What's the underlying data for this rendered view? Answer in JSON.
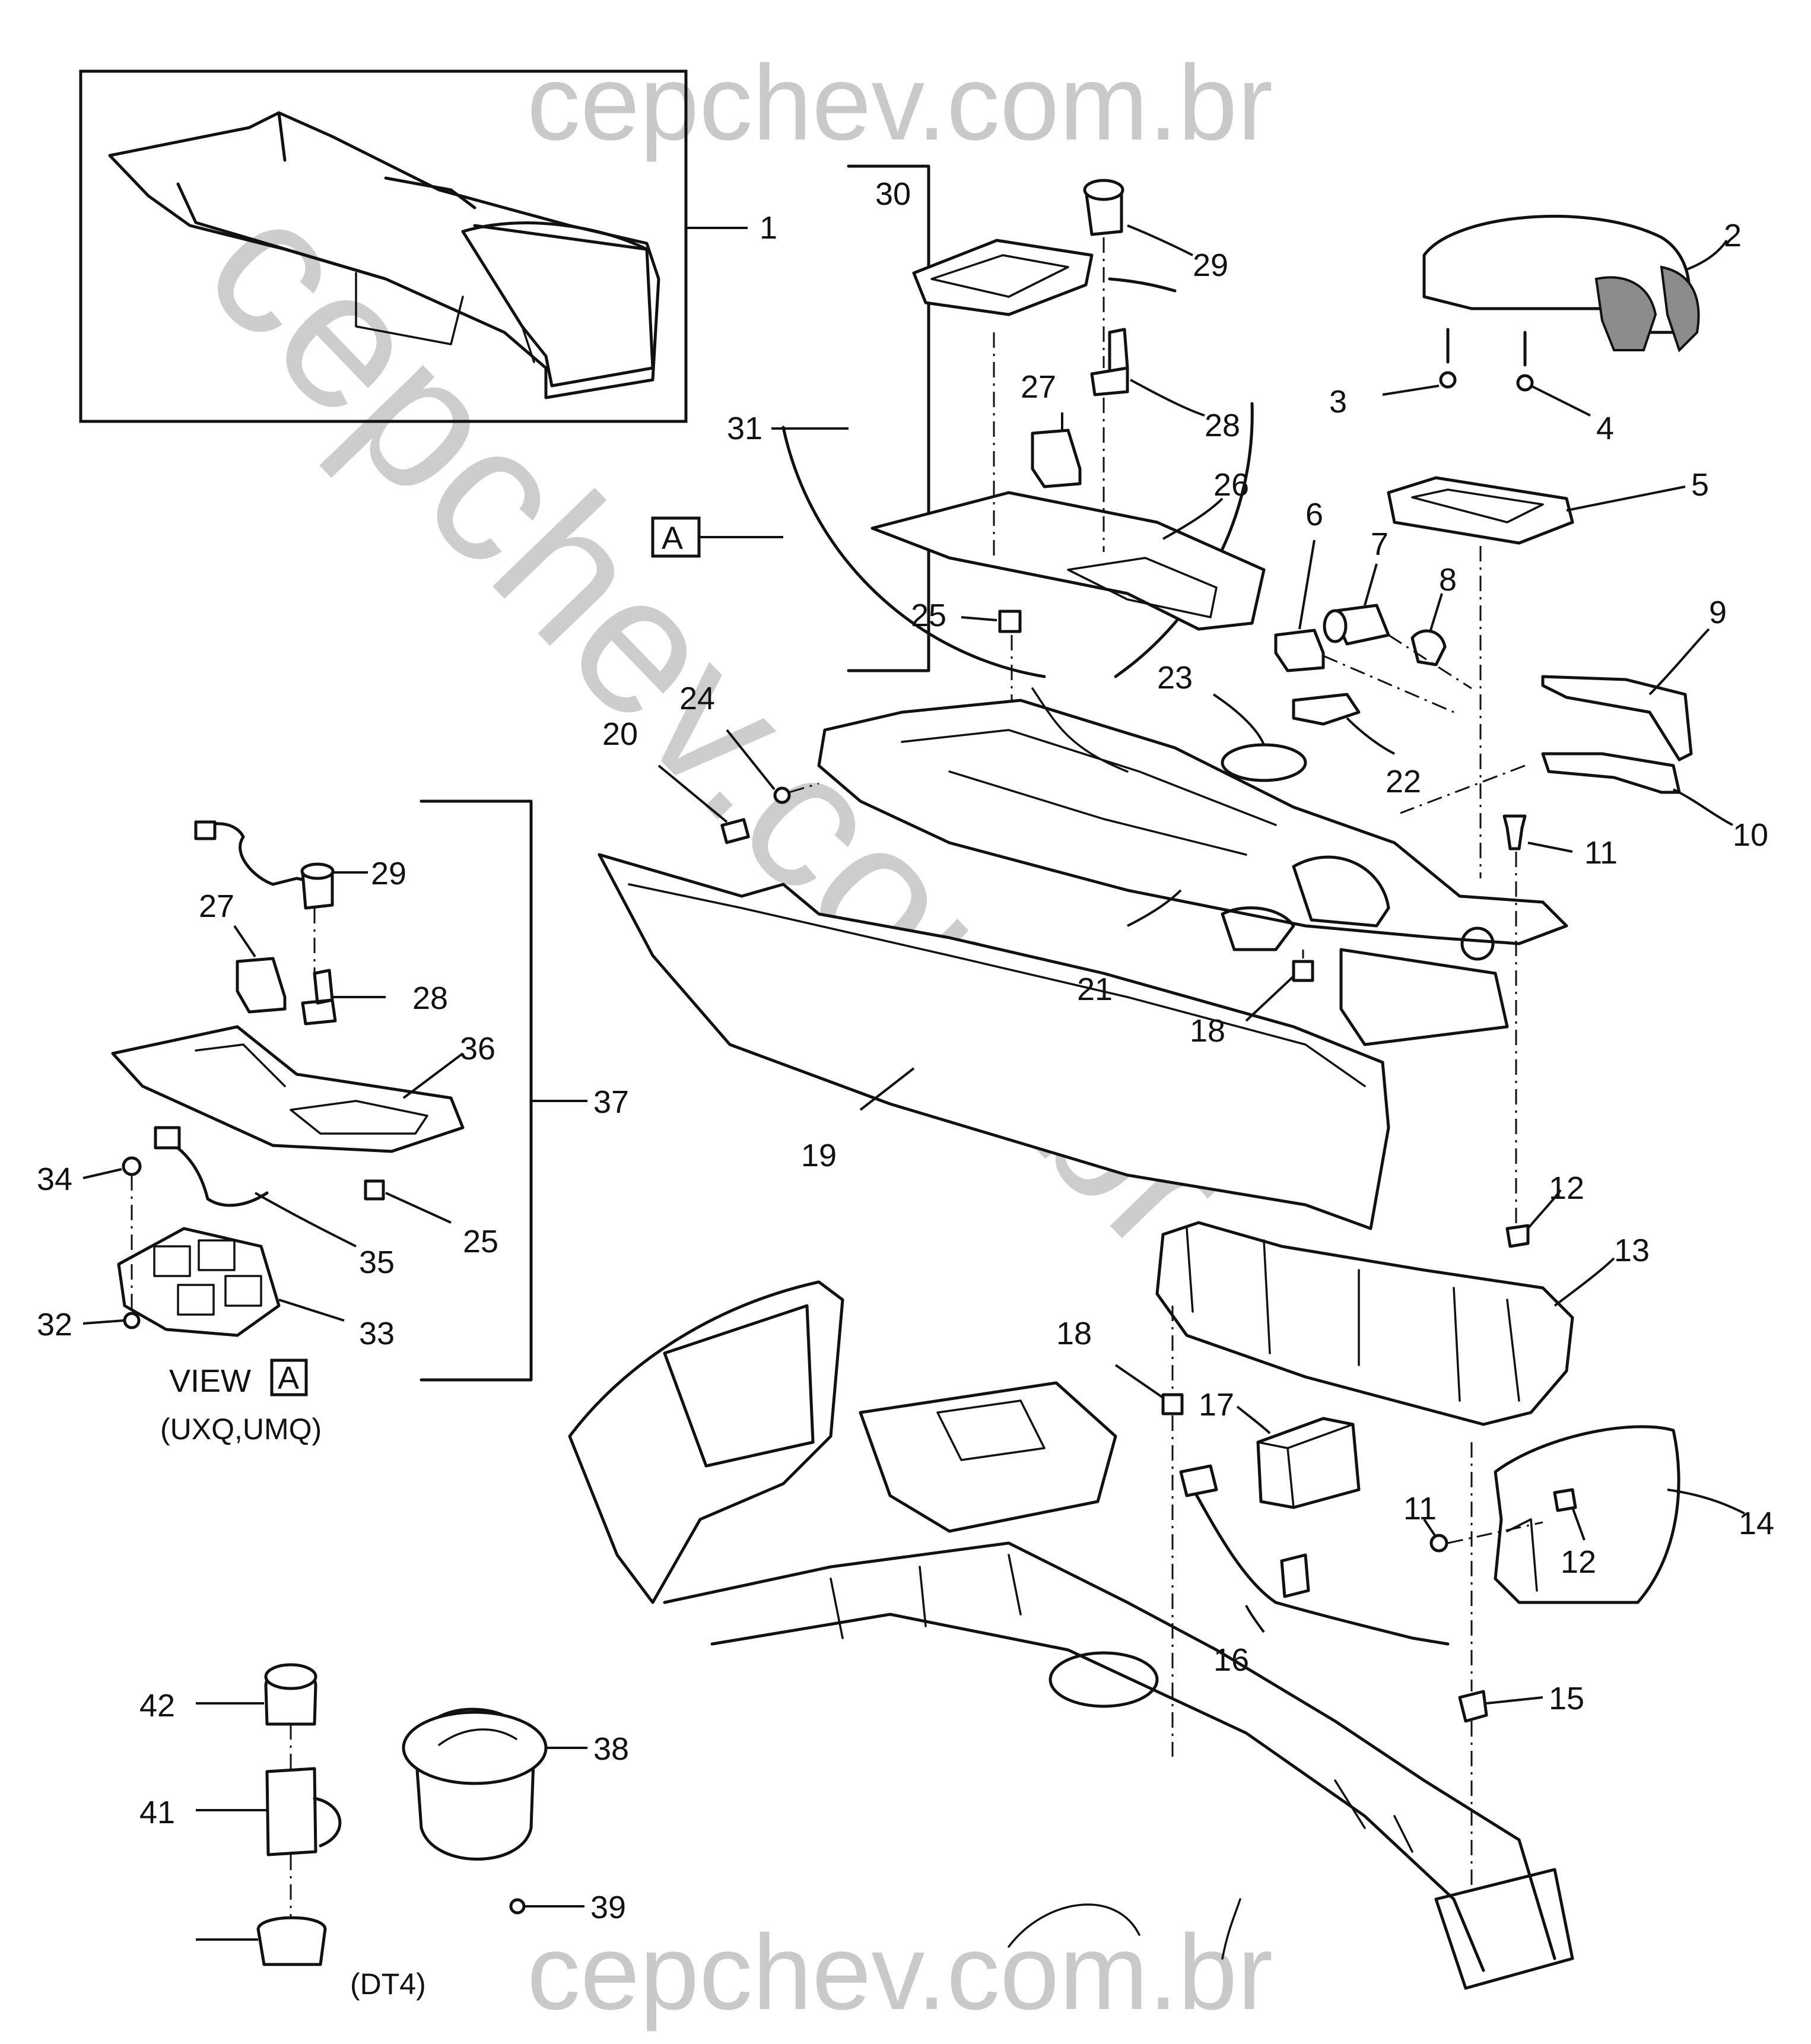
{
  "watermark": {
    "top": "cepchev.com.br",
    "bottom": "cepchev.com.br",
    "diagonal": "cepchev.com.br"
  },
  "callouts": [
    {
      "id": "c1",
      "text": "1"
    },
    {
      "id": "c2",
      "text": "2"
    },
    {
      "id": "c3",
      "text": "3"
    },
    {
      "id": "c4",
      "text": "4"
    },
    {
      "id": "c5",
      "text": "5"
    },
    {
      "id": "c6",
      "text": "6"
    },
    {
      "id": "c7",
      "text": "7"
    },
    {
      "id": "c8",
      "text": "8"
    },
    {
      "id": "c9",
      "text": "9"
    },
    {
      "id": "c10",
      "text": "10"
    },
    {
      "id": "c11a",
      "text": "11"
    },
    {
      "id": "c11b",
      "text": "11"
    },
    {
      "id": "c12a",
      "text": "12"
    },
    {
      "id": "c12b",
      "text": "12"
    },
    {
      "id": "c13",
      "text": "13"
    },
    {
      "id": "c14",
      "text": "14"
    },
    {
      "id": "c15",
      "text": "15"
    },
    {
      "id": "c16",
      "text": "16"
    },
    {
      "id": "c17",
      "text": "17"
    },
    {
      "id": "c18a",
      "text": "18"
    },
    {
      "id": "c18b",
      "text": "18"
    },
    {
      "id": "c19",
      "text": "19"
    },
    {
      "id": "c20",
      "text": "20"
    },
    {
      "id": "c21",
      "text": "21"
    },
    {
      "id": "c22",
      "text": "22"
    },
    {
      "id": "c23",
      "text": "23"
    },
    {
      "id": "c24",
      "text": "24"
    },
    {
      "id": "c25a",
      "text": "25"
    },
    {
      "id": "c25b",
      "text": "25"
    },
    {
      "id": "c26",
      "text": "26"
    },
    {
      "id": "c27a",
      "text": "27"
    },
    {
      "id": "c27b",
      "text": "27"
    },
    {
      "id": "c28a",
      "text": "28"
    },
    {
      "id": "c28b",
      "text": "28"
    },
    {
      "id": "c29a",
      "text": "29"
    },
    {
      "id": "c29b",
      "text": "29"
    },
    {
      "id": "c30",
      "text": "30"
    },
    {
      "id": "c31",
      "text": "31"
    },
    {
      "id": "c32",
      "text": "32"
    },
    {
      "id": "c33",
      "text": "33"
    },
    {
      "id": "c34",
      "text": "34"
    },
    {
      "id": "c35",
      "text": "35"
    },
    {
      "id": "c36",
      "text": "36"
    },
    {
      "id": "c37",
      "text": "37"
    },
    {
      "id": "c38",
      "text": "38"
    },
    {
      "id": "c39",
      "text": "39"
    },
    {
      "id": "c41",
      "text": "41"
    },
    {
      "id": "c42",
      "text": "42"
    }
  ],
  "view_marker": "A",
  "view_label": {
    "prefix": "VIEW",
    "box": "A",
    "option_codes": "(UXQ,UMQ)"
  },
  "dt4_label": "(DT4)"
}
